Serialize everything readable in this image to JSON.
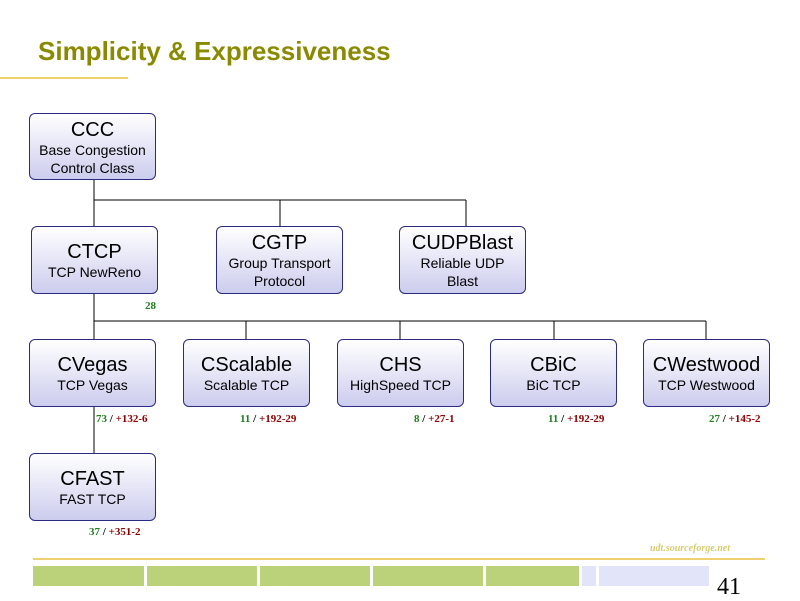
{
  "slide": {
    "title": "Simplicity & Expressiveness",
    "footer_url": "udt.sourceforge.net",
    "page_number": "41"
  },
  "diagram": {
    "nodes": {
      "ccc": {
        "name": "CCC",
        "desc_line1": "Base Congestion",
        "desc_line2": "Control Class"
      },
      "ctcp": {
        "name": "CTCP",
        "desc_line1": "TCP NewReno"
      },
      "cgtp": {
        "name": "CGTP",
        "desc_line1": "Group Transport",
        "desc_line2": "Protocol"
      },
      "cudpblast": {
        "name": "CUDPBlast",
        "desc_line1": "Reliable UDP",
        "desc_line2": "Blast"
      },
      "cvegas": {
        "name": "CVegas",
        "desc_line1": "TCP Vegas"
      },
      "cscalable": {
        "name": "CScalable",
        "desc_line1": "Scalable TCP"
      },
      "chs": {
        "name": "CHS",
        "desc_line1": "HighSpeed TCP"
      },
      "cbic": {
        "name": "CBiC",
        "desc_line1": "BiC TCP"
      },
      "cwestwood": {
        "name": "CWestwood",
        "desc_line1": "TCP Westwood"
      },
      "cfast": {
        "name": "CFAST",
        "desc_line1": "FAST TCP"
      }
    },
    "stats": {
      "ctcp": {
        "a": "28"
      },
      "cvegas": {
        "a": "73",
        "b": "+132-6"
      },
      "cscalable": {
        "a": "11",
        "b": "+192-29"
      },
      "chs": {
        "a": "8",
        "b": "+27-1"
      },
      "cbic": {
        "a": "11",
        "b": "+192-29"
      },
      "cwestwood": {
        "a": "27",
        "b": "+145-2"
      },
      "cfast": {
        "a": "37",
        "b": "+351-2"
      }
    },
    "separator": "/",
    "edges": [
      [
        "ccc",
        "ctcp"
      ],
      [
        "ccc",
        "cgtp"
      ],
      [
        "ccc",
        "cudpblast"
      ],
      [
        "ctcp",
        "cvegas"
      ],
      [
        "ctcp",
        "cscalable"
      ],
      [
        "ctcp",
        "chs"
      ],
      [
        "ctcp",
        "cbic"
      ],
      [
        "ctcp",
        "cwestwood"
      ],
      [
        "cvegas",
        "cfast"
      ]
    ]
  },
  "colors": {
    "title": "#8a8a00",
    "node_border": "#2b2b80",
    "node_fill_bottom": "#ccccee",
    "line_count": "#208020",
    "diff_count": "#8b0000",
    "accent_rule": "#f0d070",
    "bar_green": "#bcd27a",
    "bar_lavender": "#e2e4fa"
  }
}
